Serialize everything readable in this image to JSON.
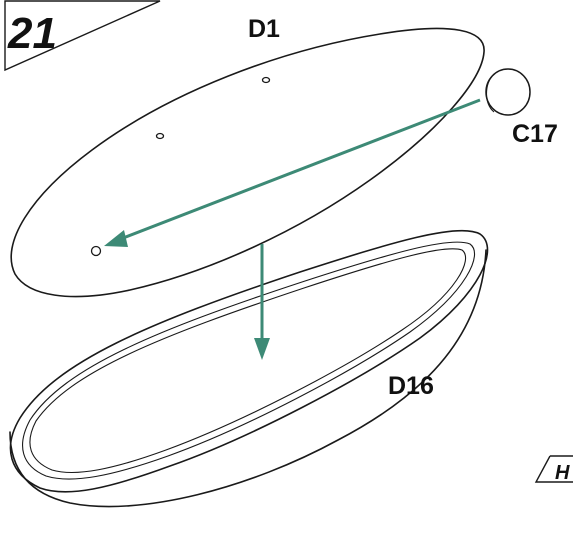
{
  "step": {
    "number": "21"
  },
  "parts": {
    "top_panel": "D1",
    "base": "D16",
    "cap": "C17"
  },
  "corner_mark": {
    "text": "H"
  },
  "colors": {
    "line": "#1a1a1a",
    "arrow": "#3d8a76",
    "background": "#ffffff"
  }
}
